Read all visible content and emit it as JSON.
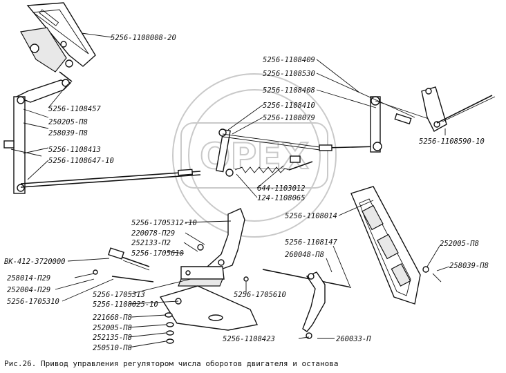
{
  "caption": "Рис.26. Привод управления регулятором числа оборотов двигателя и останова",
  "watermark": "OPEX",
  "labels": {
    "l1108008": "5256-1108008-20",
    "l1108409": "5256-1108409",
    "l1108530": "5256-1108530",
    "l1108408": "5256-1108408",
    "l1108410": "5256-1108410",
    "l1108079": "5256-1108079",
    "l1108457": "5256-1108457",
    "l250205": "250205-П8",
    "l258039a": "258039-П8",
    "l1108413": "5256-1108413",
    "l1108647": "5256-1108647-10",
    "l1108590": "5256-1108590-10",
    "l644": "644-1103012",
    "l124": "124-1108065",
    "l1108014": "5256-1108014",
    "l1705312": "5256-1705312-10",
    "l220078": "220078-П29",
    "l252133": "252133-П2",
    "l1705610a": "5256-1705610",
    "lvk": "ВК-412-3720000",
    "l258014": "258014-П29",
    "l252004": "252004-П29",
    "l1705310": "5256-1705310",
    "l1705313": "5256-1705313",
    "l1108025": "5256-1108025-10",
    "l221668": "221668-П8",
    "l252005a": "252005-П8",
    "l252135": "252135-П8",
    "l250510": "250510-П8",
    "l1705610b": "5256-1705610",
    "l1108147": "5256-1108147",
    "l260048": "260048-П8",
    "l1108423": "5256-1108423",
    "l260033": "260033-П",
    "l252005b": "252005-П8",
    "l258039b": "258039-П8"
  }
}
